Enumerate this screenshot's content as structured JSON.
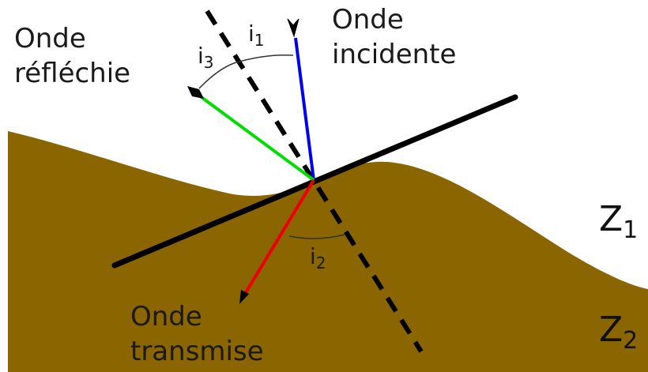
{
  "labels": {
    "incident_line1": "Onde",
    "incident_line2": "incidente",
    "reflected_line1": "Onde",
    "reflected_line2": "réfléchie",
    "transmitted_line1": "Onde",
    "transmitted_line2": "transmise"
  },
  "angles": {
    "i1": {
      "letter": "i",
      "index": "1"
    },
    "i2": {
      "letter": "i",
      "index": "2"
    },
    "i3": {
      "letter": "i",
      "index": "3"
    }
  },
  "media": {
    "z1": {
      "letter": "Z",
      "index": "1"
    },
    "z2": {
      "letter": "Z",
      "index": "2"
    }
  },
  "colors": {
    "ground": "#8a6500",
    "incident_ray": "#0000ee",
    "reflected_ray": "#00dd00",
    "transmitted_ray": "#ee0000",
    "interface": "#000000",
    "normal": "#000000"
  }
}
